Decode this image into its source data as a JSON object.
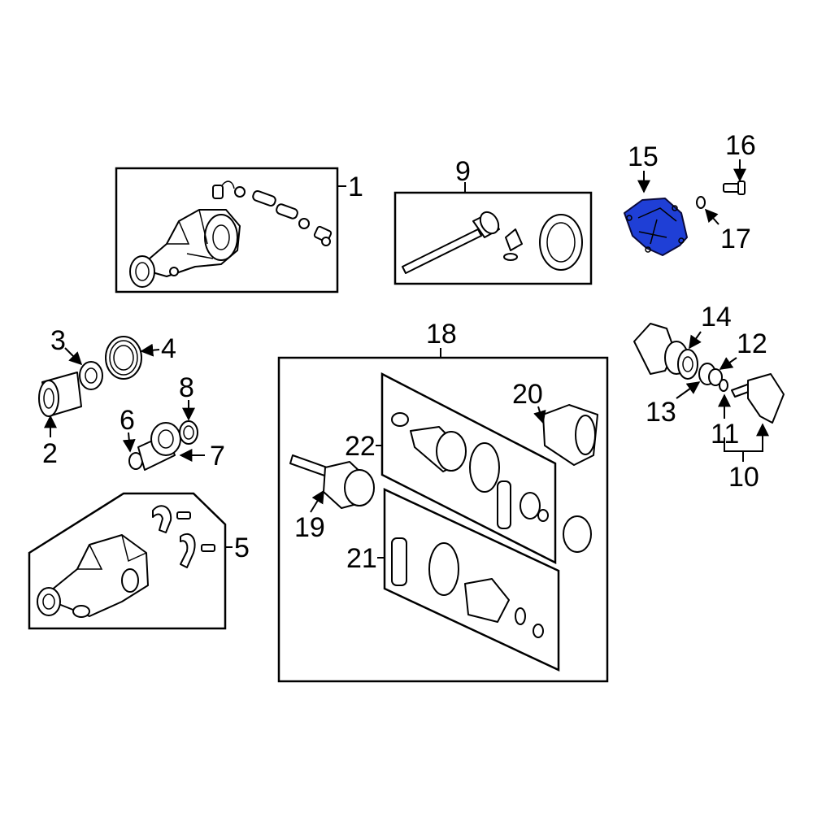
{
  "colors": {
    "highlight": "#1f3fd6",
    "line": "#000000",
    "background": "#ffffff"
  },
  "callouts": {
    "c1": "1",
    "c2": "2",
    "c3": "3",
    "c4": "4",
    "c5": "5",
    "c6": "6",
    "c7": "7",
    "c8": "8",
    "c9": "9",
    "c10": "10",
    "c11": "11",
    "c12": "12",
    "c13": "13",
    "c14": "14",
    "c15": "15",
    "c16": "16",
    "c17": "17",
    "c18": "18",
    "c19": "19",
    "c20": "20",
    "c21": "21",
    "c22": "22"
  },
  "highlighted_part": "15"
}
